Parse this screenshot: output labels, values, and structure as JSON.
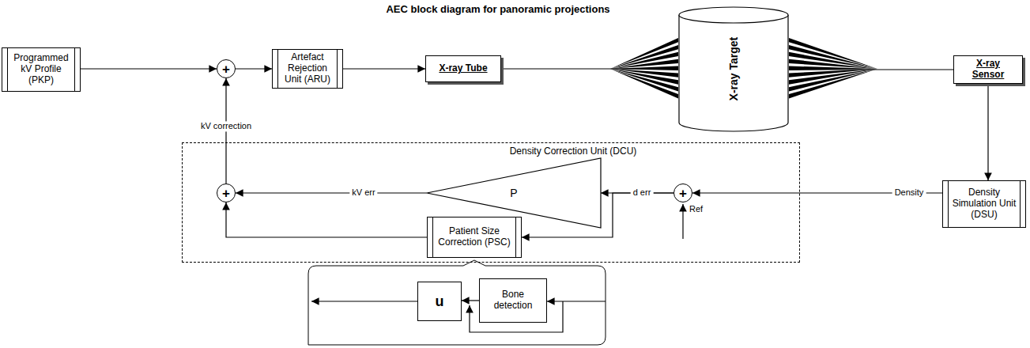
{
  "diagram": {
    "title": "AEC block diagram for panoramic projections",
    "nodes": [
      {
        "text": [
          "Programmed kV Profile (PKP)"
        ]
      },
      {
        "text": [
          "+"
        ]
      },
      {
        "text": [
          "Artefact Rejection Unit (ARU)"
        ]
      },
      {
        "text": [
          "X-ray Tube"
        ]
      },
      {
        "text": [
          "X-ray Target"
        ]
      },
      {
        "text": [
          "X-ray Sensor"
        ]
      },
      {
        "text": [
          "Density Correction Unit (DCU)"
        ]
      },
      {
        "text": [
          "+"
        ],
        "in": 6
      },
      {
        "text": [
          "P"
        ],
        "in": 6
      },
      {
        "text": [
          "+"
        ],
        "in": 6
      },
      {
        "text": [
          "Patient Size Correction (PSC)"
        ],
        "in": 6
      },
      {
        "text": [
          "Density Simulation Unit (DSU)"
        ]
      },
      {
        "text": [
          "u"
        ]
      },
      {
        "text": [
          "Bone detection"
        ]
      }
    ],
    "edges": [
      {
        "from": 0,
        "to": 1,
        "arrow": "to"
      },
      {
        "from": 1,
        "to": 2,
        "arrow": "to"
      },
      {
        "from": 2,
        "to": 3,
        "arrow": "to"
      },
      {
        "from": 3,
        "to": 4,
        "arrow": "none"
      },
      {
        "from": 4,
        "to": 5,
        "arrow": "none"
      },
      {
        "from": 5,
        "to": 11,
        "arrow": "to"
      },
      {
        "from": 11,
        "to": 9,
        "label": "Density",
        "arrow": "to"
      },
      {
        "from": 9,
        "to": 8,
        "label": "d err",
        "arrow": "to"
      },
      {
        "from": 9,
        "to": 10,
        "arrow": "to"
      },
      {
        "from": 8,
        "to": 7,
        "label": "kV err",
        "arrow": "to"
      },
      {
        "from": 10,
        "to": 7,
        "arrow": "to"
      },
      {
        "from": 7,
        "to": 1,
        "label": "kV correction",
        "arrow": "to"
      },
      {
        "from": 13,
        "to": 12,
        "arrow": "to"
      }
    ],
    "labels": [
      "Ref"
    ]
  }
}
